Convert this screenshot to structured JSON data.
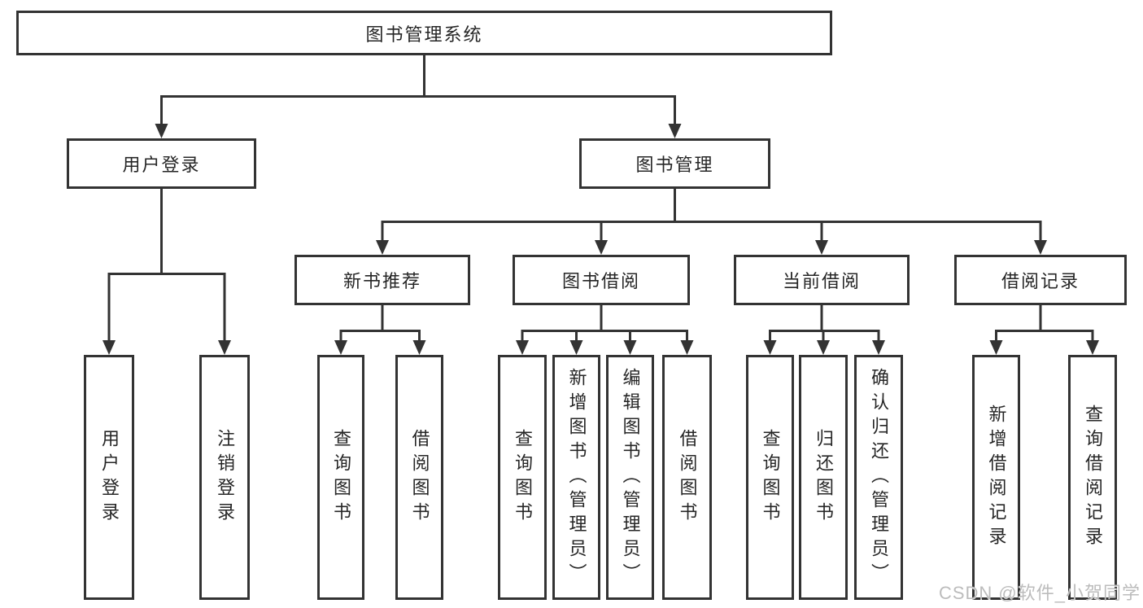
{
  "tree": {
    "label": "图书管理系统",
    "children": [
      {
        "label": "用户登录",
        "children": [
          {
            "label": "用户登录"
          },
          {
            "label": "注销登录"
          }
        ]
      },
      {
        "label": "图书管理",
        "children": [
          {
            "label": "新书推荐",
            "children": [
              {
                "label": "查询图书"
              },
              {
                "label": "借阅图书"
              }
            ]
          },
          {
            "label": "图书借阅",
            "children": [
              {
                "label": "查询图书"
              },
              {
                "label": "新增图书（管理员）"
              },
              {
                "label": "编辑图书（管理员）"
              },
              {
                "label": "借阅图书"
              }
            ]
          },
          {
            "label": "当前借阅",
            "children": [
              {
                "label": "查询图书"
              },
              {
                "label": "归还图书"
              },
              {
                "label": "确认归还（管理员）"
              }
            ]
          },
          {
            "label": "借阅记录",
            "children": [
              {
                "label": "新增借阅记录"
              },
              {
                "label": "查询借阅记录"
              }
            ]
          }
        ]
      }
    ]
  },
  "watermark": "CSDN @软件_小贺同学",
  "colors": {
    "line": "#333333",
    "text": "#262626",
    "box_background": "#ffffff",
    "watermark": "#bcbcbc",
    "page_background": "#ffffff"
  }
}
